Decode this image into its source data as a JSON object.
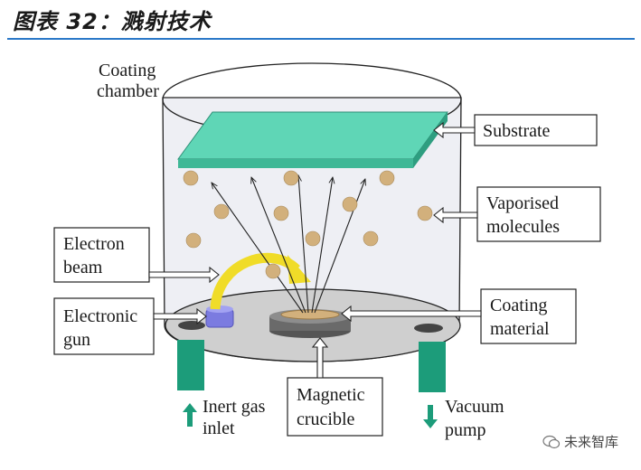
{
  "header": {
    "title": "图表 32：溅射技术"
  },
  "labels": {
    "chamber_line1": "Coating",
    "chamber_line2": "chamber",
    "substrate": "Substrate",
    "vaporised_line1": "Vaporised",
    "vaporised_line2": "molecules",
    "electron_beam_line1": "Electron",
    "electron_beam_line2": "beam",
    "electronic_gun_line1": "Electronic",
    "electronic_gun_line2": "gun",
    "coating_material_line1": "Coating",
    "coating_material_line2": "material",
    "magnetic_crucible_line1": "Magnetic",
    "magnetic_crucible_line2": "crucible",
    "inert_gas_line1": "Inert gas",
    "inert_gas_line2": "inlet",
    "vacuum_line1": "Vacuum",
    "vacuum_line2": "pump"
  },
  "watermark": {
    "text": "未来智库"
  },
  "colors": {
    "accent_line": "#2a78c8",
    "substrate": "#5fd6b6",
    "legs": "#1c9c7a",
    "particles": "#d2b07c",
    "beam": "#f0dc28",
    "gun": "#7b7be0"
  }
}
